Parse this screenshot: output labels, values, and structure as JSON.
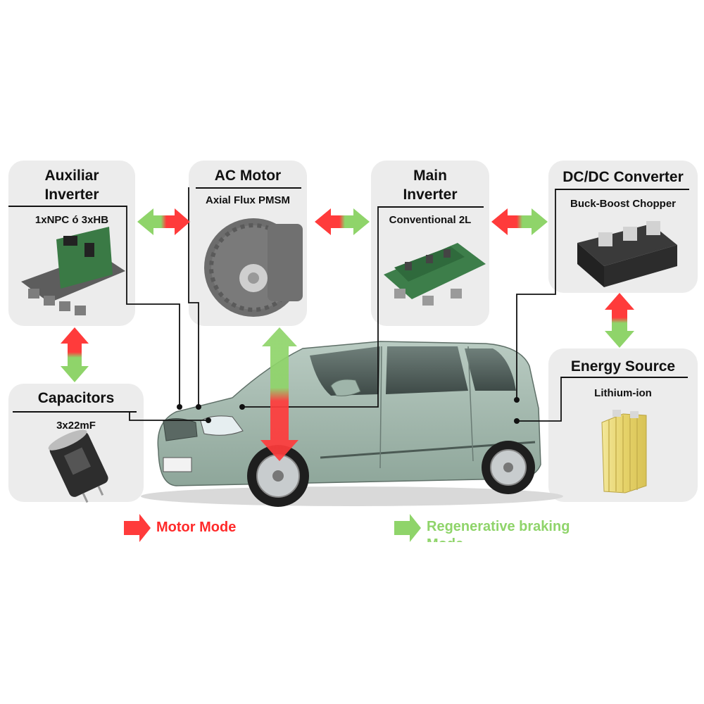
{
  "components": {
    "aux_inverter": {
      "title": "Auxiliar Inverter",
      "title_line1": "Auxiliar",
      "title_line2": "Inverter",
      "subtitle": "1xNPC ó 3xHB"
    },
    "ac_motor": {
      "title": "AC Motor",
      "subtitle": "Axial Flux PMSM"
    },
    "main_inverter": {
      "title": "Main Inverter",
      "title_line1": "Main",
      "title_line2": "Inverter",
      "subtitle": "Conventional 2L"
    },
    "dcdc_converter": {
      "title": "DC/DC Converter",
      "subtitle": "Buck-Boost Chopper"
    },
    "energy_source": {
      "title": "Energy Source",
      "subtitle": "Lithium-ion"
    },
    "capacitors": {
      "title": "Capacitors",
      "subtitle": "3x22mF"
    }
  },
  "legend": {
    "motor_mode": "Motor Mode",
    "regen_line1": "Regenerative braking",
    "regen_line2": "Mode"
  },
  "colors": {
    "motor_mode": "#ff2a2a",
    "regen_mode": "#8fd46a",
    "panel": "#ececec",
    "car_body": "#9fb5aa"
  }
}
